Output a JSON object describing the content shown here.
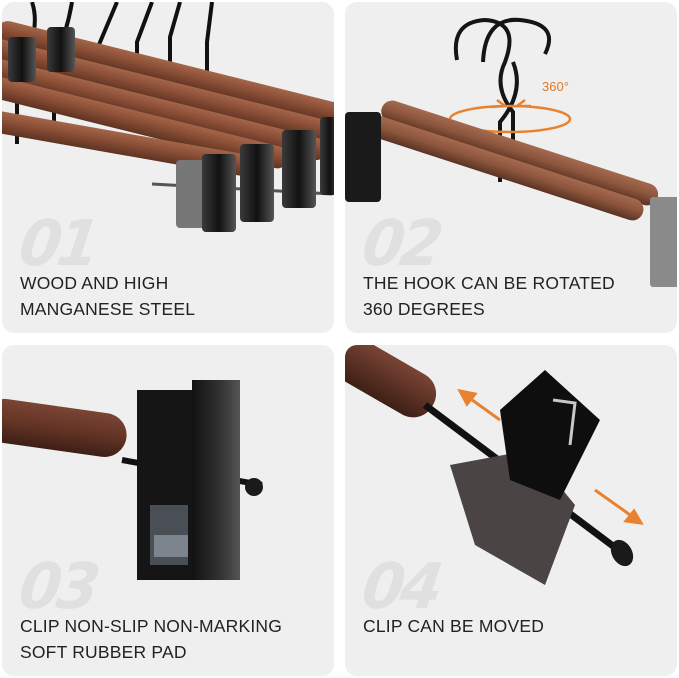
{
  "panels": [
    {
      "number": "01",
      "caption_line1": "WOOD AND HIGH",
      "caption_line2": "MANGANESE STEEL"
    },
    {
      "number": "02",
      "caption_line1": "THE HOOK CAN BE ROTATED",
      "caption_line2": "360 DEGREES",
      "rotation_label": "360°"
    },
    {
      "number": "03",
      "caption_line1": "CLIP NON-SLIP NON-MARKING",
      "caption_line2": "SOFT RUBBER PAD"
    },
    {
      "number": "04",
      "caption_line1": "CLIP CAN BE MOVED",
      "caption_line2": ""
    }
  ],
  "colors": {
    "panel_bg": "#efefef",
    "accent_orange": "#e9822f",
    "wood": "#8b5038",
    "metal": "#1e1e1e"
  }
}
